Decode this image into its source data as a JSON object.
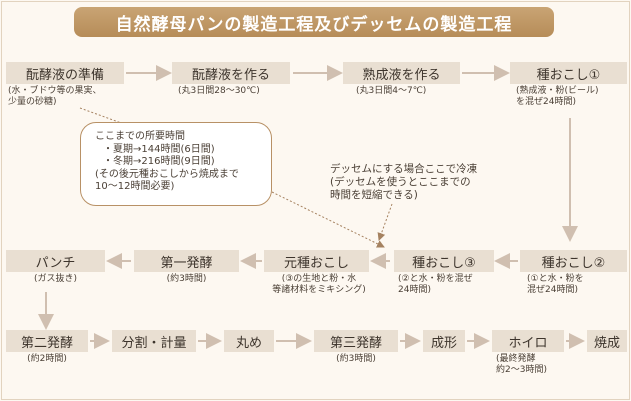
{
  "title": "自然酵母パンの製造工程及びデッセムの製造工程",
  "row1": {
    "prep": {
      "label": "酛酵液の準備",
      "note1": "(水・ブドウ等の果実、",
      "note2": "少量の砂糖)"
    },
    "make": {
      "label": "酛酵液を作る",
      "note": "(丸3日間28～30℃)"
    },
    "mature": {
      "label": "熟成液を作る",
      "note": "(丸3日間4～7℃)"
    },
    "tane1": {
      "label": "種おこし①",
      "note1": "(熟成液・粉(ビール)",
      "note2": "を混ぜ24時間)"
    }
  },
  "row2": {
    "tane2": {
      "label": "種おこし②",
      "note1": "(①と水・粉を",
      "note2": "混ぜ24時間)"
    },
    "tane3": {
      "label": "種おこし③",
      "note1": "(②と水・粉を混ぜ",
      "note2": "24時間)"
    },
    "motodane": {
      "label": "元種おこし",
      "note1": "(③の生地と粉・水",
      "note2": "等諸材料をミキシング)"
    },
    "ferment1": {
      "label": "第一発酵",
      "note": "(約3時間)"
    },
    "punch": {
      "label": "パンチ",
      "note": "(ガス抜き)"
    }
  },
  "row3": {
    "ferment2": {
      "label": "第二発酵",
      "note": "(約2時間)"
    },
    "divide": {
      "label": "分割・計量"
    },
    "round": {
      "label": "丸め"
    },
    "ferment3": {
      "label": "第三発酵",
      "note": "(約3時間)"
    },
    "shape": {
      "label": "成形"
    },
    "hoiro": {
      "label": "ホイロ",
      "note1": "(最終発酵",
      "note2": "約2～3時間)"
    },
    "bake": {
      "label": "焼成"
    }
  },
  "bubble": {
    "l1": "ここまでの所要時間",
    "l2": "・夏期→144時間(6日間)",
    "l3": "・冬期→216時間(9日間)",
    "l4": "(その後元種おこしから焼成まで",
    "l5": "10～12時間必要)"
  },
  "cold": {
    "l1": "デッセムにする場合ここで冷凍",
    "l2": "(デッセムを使うとここまでの",
    "l3": "時間を短縮できる)"
  },
  "colors": {
    "title_bg": "#b68c58",
    "box_bg": "#e9dfd2",
    "arrow": "#d0bfb0",
    "dotted": "#a58260",
    "background": "#fdf8f1"
  }
}
